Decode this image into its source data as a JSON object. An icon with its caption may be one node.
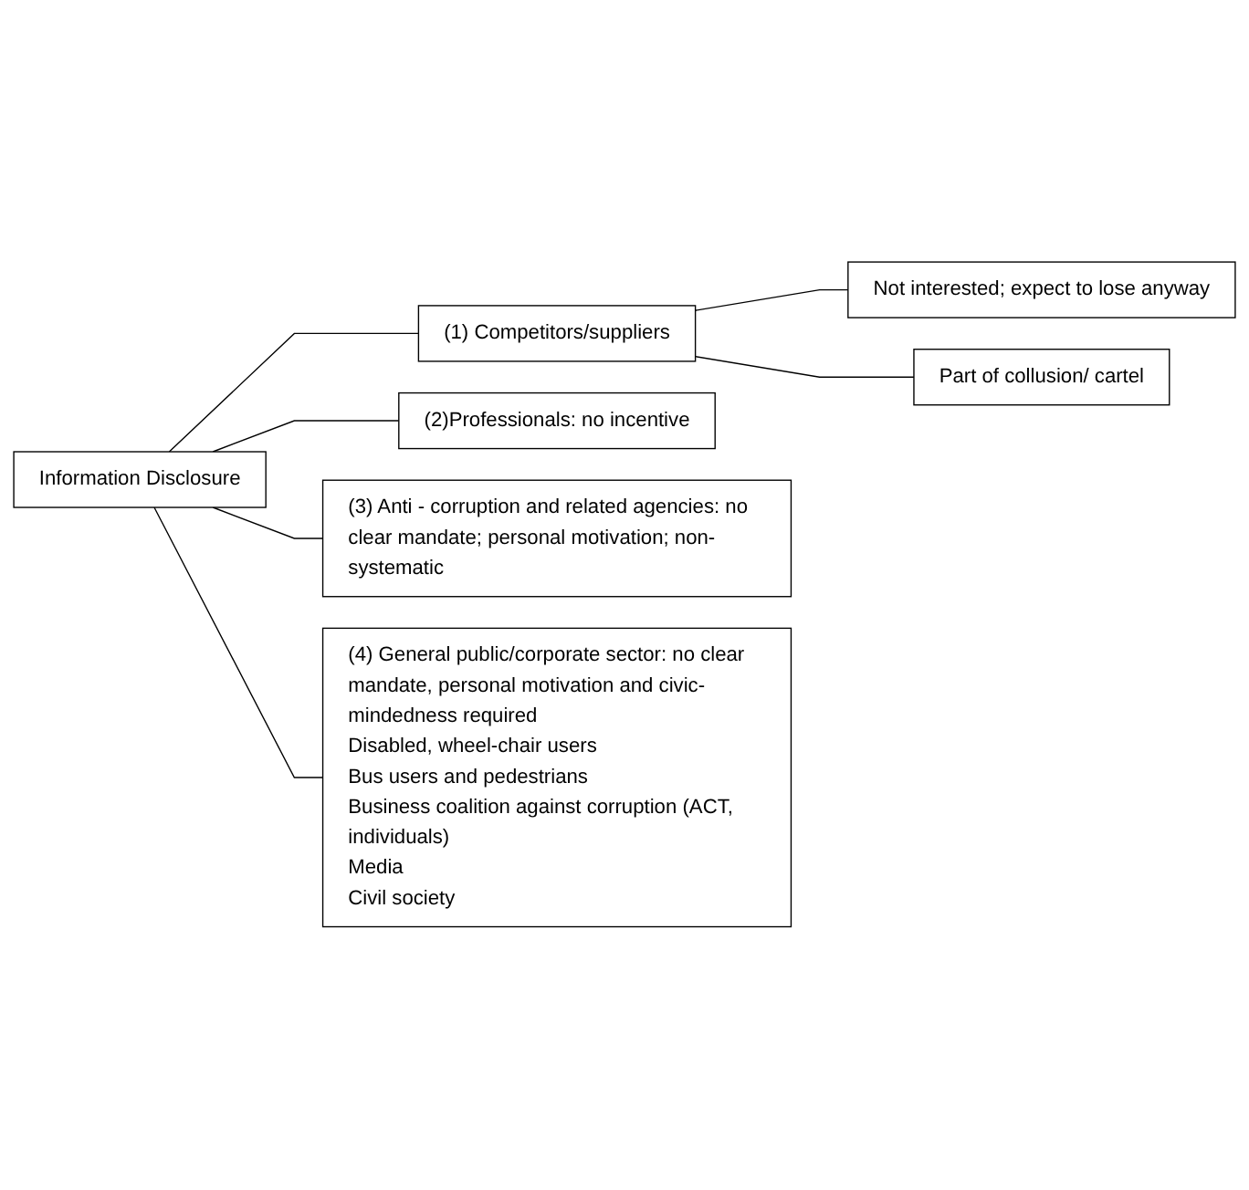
{
  "diagram": {
    "nodes": [
      {
        "text": [
          "Information Disclosure"
        ]
      },
      {
        "text": [
          "(1) Competitors/suppliers"
        ]
      },
      {
        "text": [
          "Not interested; expect to lose anyway"
        ]
      },
      {
        "text": [
          "Part of collusion/ cartel"
        ]
      },
      {
        "text": [
          "(2)Professionals: no incentive"
        ]
      },
      {
        "text": [
          "(3) Anti - corruption and related agencies: no clear mandate; personal motivation; non-systematic"
        ]
      },
      {
        "text": [
          "(4) General public/corporate sector: no clear mandate, personal motivation and civic-mindedness required",
          "Disabled, wheel-chair users",
          "Bus users and pedestrians",
          "Business coalition against corruption (ACT, individuals)",
          "Media",
          "Civil society"
        ]
      }
    ],
    "edges": [
      {
        "from": 0,
        "to": 1,
        "arrow": "none"
      },
      {
        "from": 1,
        "to": 2,
        "arrow": "none"
      },
      {
        "from": 1,
        "to": 3,
        "arrow": "none"
      },
      {
        "from": 0,
        "to": 4,
        "arrow": "none"
      },
      {
        "from": 0,
        "to": 5,
        "arrow": "none"
      },
      {
        "from": 0,
        "to": 6,
        "arrow": "none"
      }
    ]
  }
}
